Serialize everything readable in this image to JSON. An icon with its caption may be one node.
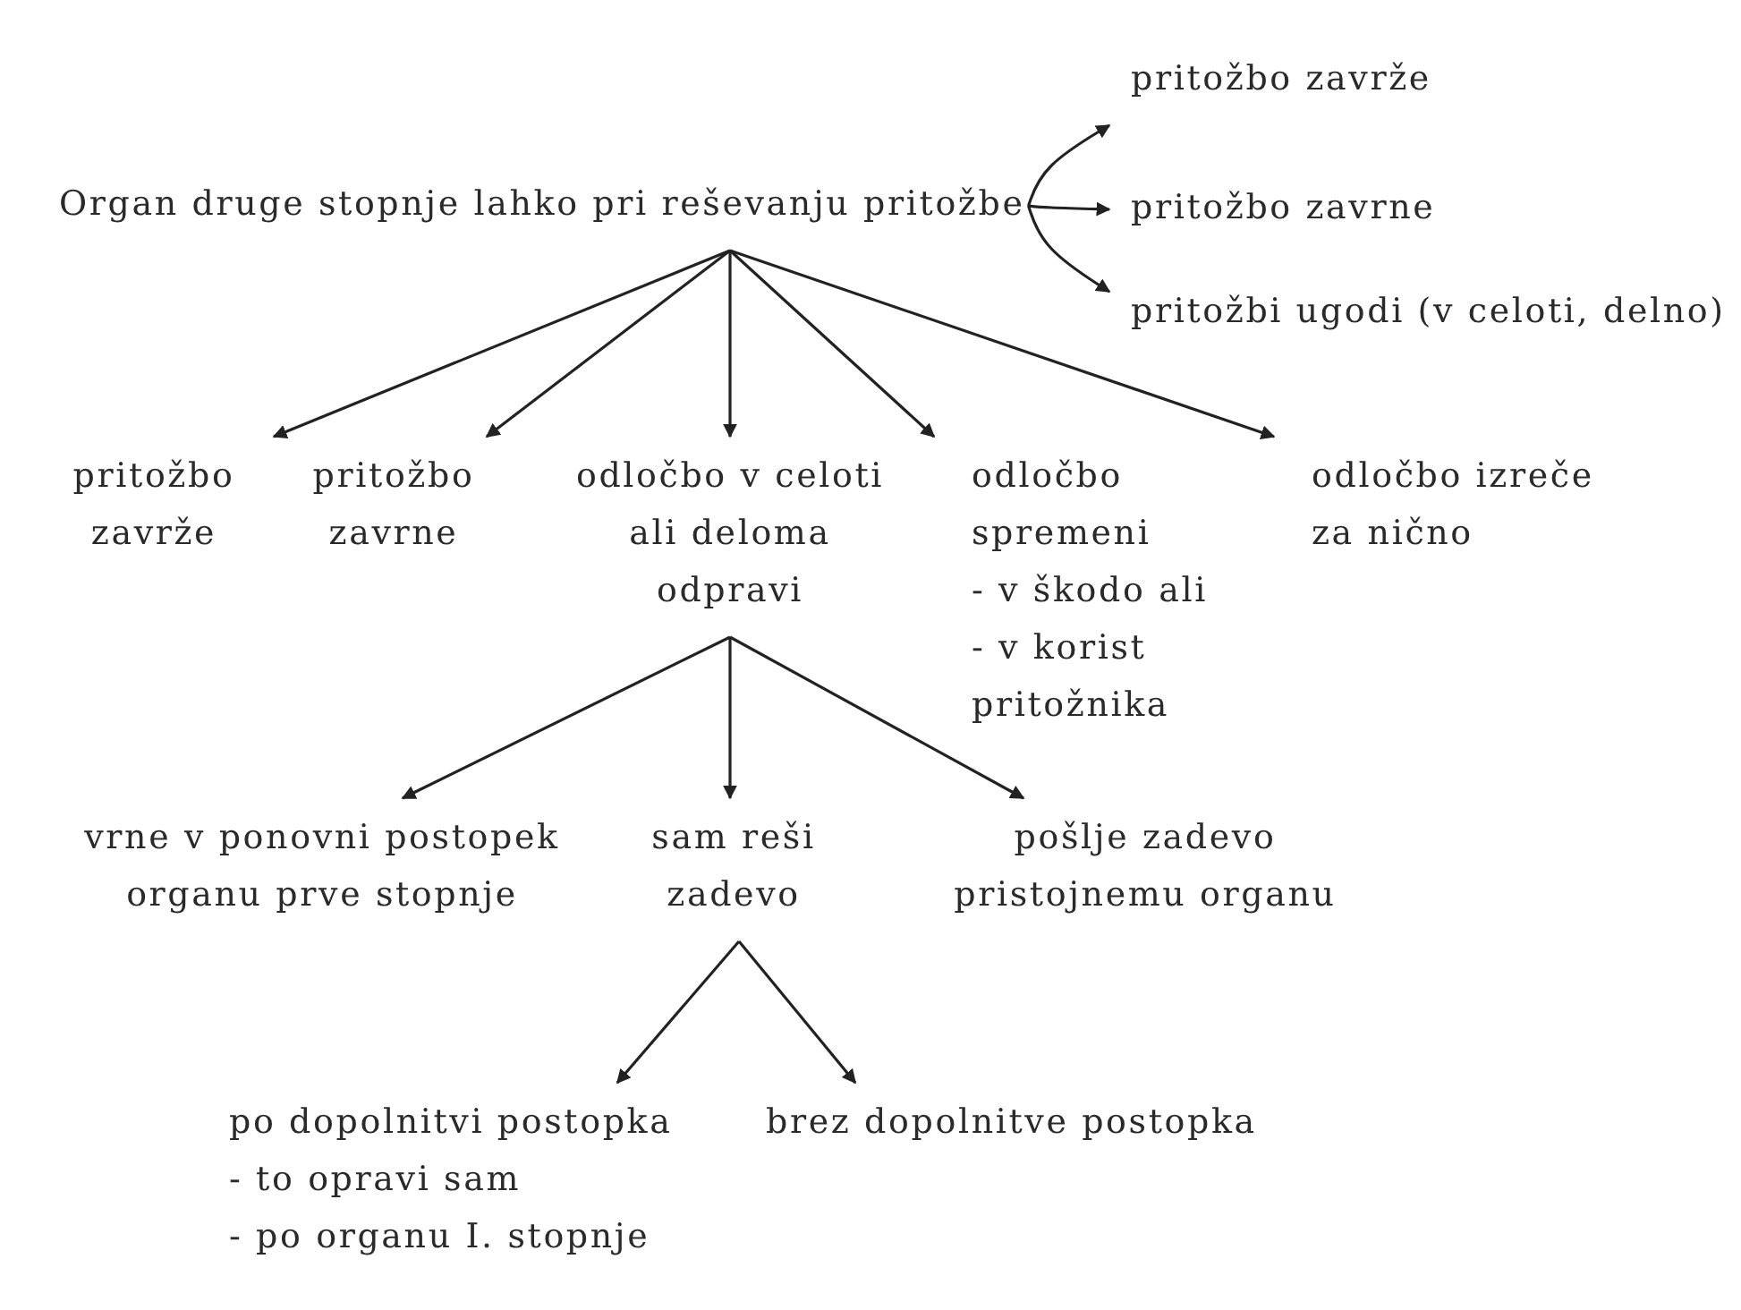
{
  "diagram": {
    "nodes": [
      {
        "text": [
          "Organ druge stopnje lahko pri reševanju pritožbe"
        ]
      },
      {
        "text": [
          "pritožbo zavrže"
        ]
      },
      {
        "text": [
          "pritožbo zavrne"
        ]
      },
      {
        "text": [
          "pritožbi ugodi (v celoti, delno)"
        ]
      },
      {
        "text": [
          "pritožbo zavrže"
        ]
      },
      {
        "text": [
          "pritožbo zavrne"
        ]
      },
      {
        "text": [
          "odločbo v celoti ali deloma odpravi"
        ]
      },
      {
        "text": [
          "odločbo spremeni",
          "- v škodo ali",
          "- v korist pritožnika"
        ]
      },
      {
        "text": [
          "odločbo izreče za nično"
        ]
      },
      {
        "text": [
          "vrne v ponovni postopek organu prve stopnje"
        ]
      },
      {
        "text": [
          "sam reši zadevo"
        ]
      },
      {
        "text": [
          "pošlje zadevo pristojnemu organu"
        ]
      },
      {
        "text": [
          "po dopolnitvi postopka",
          "- to opravi sam",
          "- po organu I. stopnje"
        ]
      },
      {
        "text": [
          "brez dopolnitve postopka"
        ]
      }
    ],
    "edges": [
      {
        "from": 0,
        "to": 1,
        "arrow": "to"
      },
      {
        "from": 0,
        "to": 2,
        "arrow": "to"
      },
      {
        "from": 0,
        "to": 3,
        "arrow": "to"
      },
      {
        "from": 0,
        "to": 4,
        "arrow": "to"
      },
      {
        "from": 0,
        "to": 5,
        "arrow": "to"
      },
      {
        "from": 0,
        "to": 6,
        "arrow": "to"
      },
      {
        "from": 0,
        "to": 7,
        "arrow": "to"
      },
      {
        "from": 0,
        "to": 8,
        "arrow": "to"
      },
      {
        "from": 6,
        "to": 9,
        "arrow": "to"
      },
      {
        "from": 6,
        "to": 10,
        "arrow": "to"
      },
      {
        "from": 6,
        "to": 11,
        "arrow": "to"
      },
      {
        "from": 10,
        "to": 12,
        "arrow": "to"
      },
      {
        "from": 10,
        "to": 13,
        "arrow": "to"
      }
    ]
  }
}
